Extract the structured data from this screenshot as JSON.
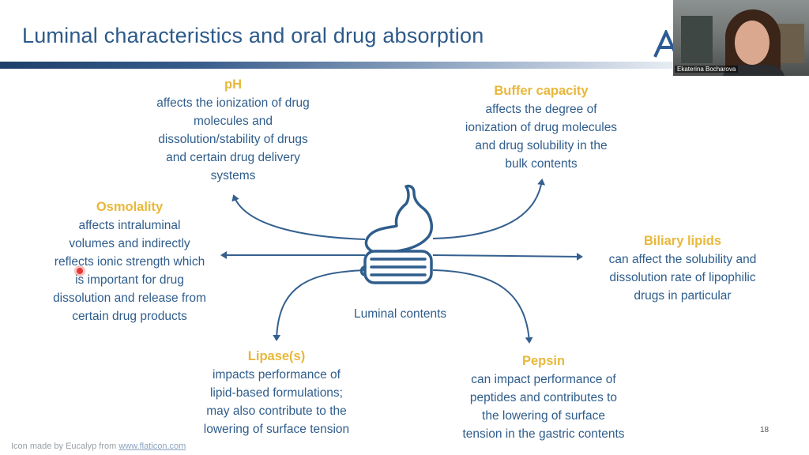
{
  "slide": {
    "title": "Luminal characteristics and oral drug absorption",
    "page_number": "18",
    "credit_prefix": "Icon made by Eucalyp from ",
    "credit_link": "www.flaticon.com",
    "center_label": "Luminal contents"
  },
  "webcam": {
    "participant_name": "Ekaterina Bocharova"
  },
  "factors": {
    "ph": {
      "heading": "pH",
      "lines": [
        "affects the ionization of drug",
        "molecules and",
        "dissolution/stability of drugs",
        "and certain drug delivery",
        "systems"
      ]
    },
    "buffer": {
      "heading": "Buffer capacity",
      "lines": [
        "affects the degree of",
        "ionization of drug molecules",
        "and drug solubility in the",
        "bulk contents"
      ]
    },
    "osmolality": {
      "heading": "Osmolality",
      "lines": [
        "affects intraluminal",
        "volumes and indirectly",
        "reflects ionic strength which",
        "is important for drug",
        "dissolution and release from",
        "certain drug products"
      ]
    },
    "biliary": {
      "heading": "Biliary lipids",
      "lines": [
        "can affect the solubility and",
        "dissolution rate of lipophilic",
        "drugs in particular"
      ]
    },
    "lipase": {
      "heading": "Lipase(s)",
      "lines": [
        "impacts performance of",
        "lipid-based formulations;",
        "may also contribute to the",
        "lowering of surface tension"
      ]
    },
    "pepsin": {
      "heading": "Pepsin",
      "lines": [
        "can impact performance of",
        "peptides and contributes to",
        "the lowering of surface",
        "tension in the gastric contents"
      ]
    }
  },
  "colors": {
    "title": "#2c5a8a",
    "heading": "#e8b83a",
    "body": "#2f5d8c",
    "arrow": "#34608f"
  },
  "icons": {
    "center": "stomach-intestine-icon",
    "logo": "a-logo-icon"
  }
}
